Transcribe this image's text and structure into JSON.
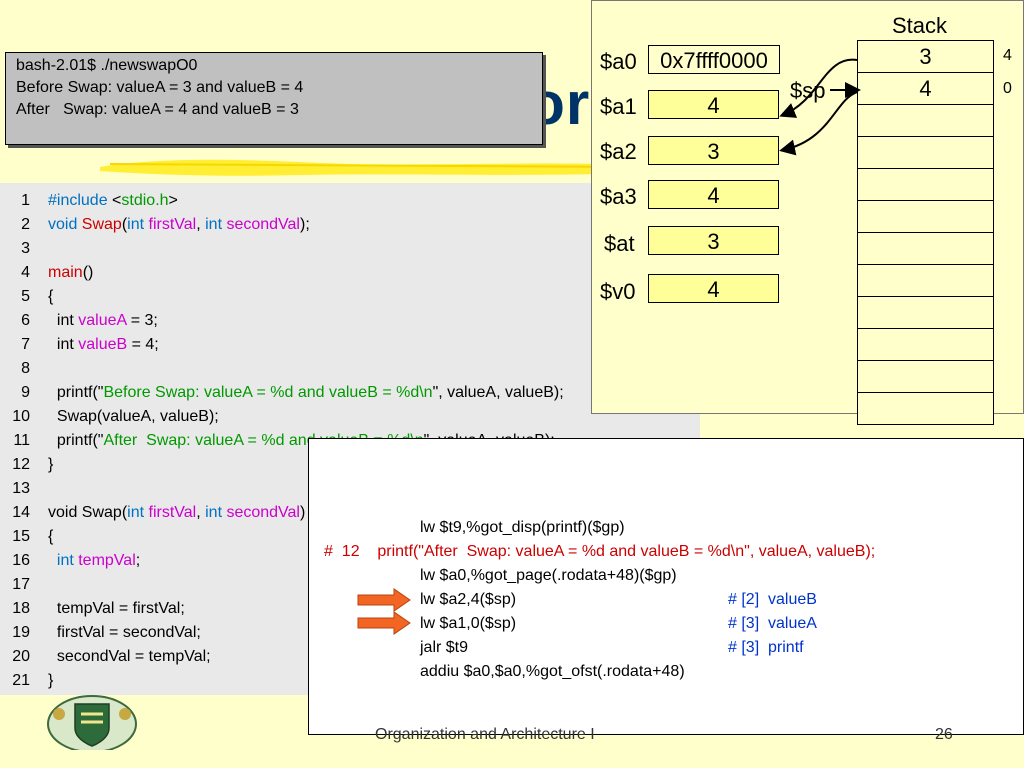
{
  "slide": {
    "title_line1": "Assembly for ",
    "title_line2": "          h",
    "footer": "Organization and Architecture I",
    "page": "26"
  },
  "terminal": {
    "lines": [
      "bash-2.01$ ./newswapO0",
      "Before Swap: valueA = 3 and valueB = 4",
      "After   Swap: valueA = 4 and valueB = 3"
    ]
  },
  "code": {
    "lines": [
      {
        "n": "1",
        "segs": [
          [
            "k",
            "#include "
          ],
          [
            "t",
            "<"
          ],
          [
            "s",
            "stdio.h"
          ],
          [
            "t",
            ">"
          ]
        ]
      },
      {
        "n": "2",
        "segs": [
          [
            "k",
            "void "
          ],
          [
            "f",
            "Swap"
          ],
          [
            "t",
            "("
          ],
          [
            "k",
            "int "
          ],
          [
            "v",
            "firstVal"
          ],
          [
            "t",
            ", "
          ],
          [
            "k",
            "int "
          ],
          [
            "v",
            "secondVal"
          ],
          [
            "t",
            ");"
          ]
        ]
      },
      {
        "n": "3",
        "segs": []
      },
      {
        "n": "4",
        "segs": [
          [
            "f",
            "main"
          ],
          [
            "t",
            "()"
          ]
        ]
      },
      {
        "n": "5",
        "segs": [
          [
            "t",
            "{"
          ]
        ]
      },
      {
        "n": "6",
        "segs": [
          [
            "t",
            "  int "
          ],
          [
            "v",
            "valueA"
          ],
          [
            "t",
            " = 3;"
          ]
        ]
      },
      {
        "n": "7",
        "segs": [
          [
            "t",
            "  int "
          ],
          [
            "v",
            "valueB"
          ],
          [
            "t",
            " = 4;"
          ]
        ]
      },
      {
        "n": "8",
        "segs": []
      },
      {
        "n": "9",
        "segs": [
          [
            "t",
            "  printf(\""
          ],
          [
            "s",
            "Before Swap: valueA = %d and valueB = %d\\n"
          ],
          [
            "t",
            "\", valueA, valueB);"
          ]
        ]
      },
      {
        "n": "10",
        "segs": [
          [
            "t",
            "  Swap(valueA, valueB);"
          ]
        ]
      },
      {
        "n": "11",
        "segs": [
          [
            "t",
            "  printf(\""
          ],
          [
            "s",
            "After  Swap: valueA = %d and valueB = %d\\n"
          ],
          [
            "t",
            "\", valueA, valueB);"
          ]
        ]
      },
      {
        "n": "12",
        "segs": [
          [
            "t",
            "}"
          ]
        ]
      },
      {
        "n": "13",
        "segs": []
      },
      {
        "n": "14",
        "segs": [
          [
            "t",
            "void Swap("
          ],
          [
            "k",
            "int "
          ],
          [
            "v",
            "firstVal"
          ],
          [
            "t",
            ", "
          ],
          [
            "k",
            "int "
          ],
          [
            "v",
            "secondVal"
          ],
          [
            "t",
            ")"
          ]
        ]
      },
      {
        "n": "15",
        "segs": [
          [
            "t",
            "{"
          ]
        ]
      },
      {
        "n": "16",
        "segs": [
          [
            "t",
            "  "
          ],
          [
            "k",
            "int "
          ],
          [
            "v",
            "tempVal"
          ],
          [
            "t",
            ";"
          ]
        ]
      },
      {
        "n": "17",
        "segs": []
      },
      {
        "n": "18",
        "segs": [
          [
            "t",
            "  tempVal = firstVal;"
          ]
        ]
      },
      {
        "n": "19",
        "segs": [
          [
            "t",
            "  firstVal = secondVal;"
          ]
        ]
      },
      {
        "n": "20",
        "segs": [
          [
            "t",
            "  secondVal = tempVal;"
          ]
        ]
      },
      {
        "n": "21",
        "segs": [
          [
            "t",
            "}"
          ]
        ]
      }
    ]
  },
  "registers": [
    {
      "name": "$a0",
      "value": "0x7ffff0000"
    },
    {
      "name": "$a1",
      "value": "4"
    },
    {
      "name": "$a2",
      "value": "3"
    },
    {
      "name": "$a3",
      "value": "4"
    },
    {
      "name": "$at",
      "value": "3"
    },
    {
      "name": "$v0",
      "value": "4"
    }
  ],
  "stack": {
    "title": "Stack",
    "sp_label": "$sp",
    "cells": [
      "3",
      "4",
      "",
      "",
      "",
      "",
      "",
      "",
      "",
      "",
      "",
      ""
    ],
    "offsets": [
      "4",
      "0"
    ]
  },
  "asm": {
    "lines": [
      {
        "c": "t",
        "text": "lw $t9,%got_disp(printf)($gp)"
      },
      {
        "c": "red",
        "text": "#  12    printf(\"After  Swap: valueA = %d and valueB = %d\\n\", valueA, valueB);"
      },
      {
        "c": "t",
        "text": "lw $a0,%got_page(.rodata+48)($gp)"
      },
      {
        "c": "t",
        "text": "lw $a2,4($sp)",
        "comment": "# [2]  valueB"
      },
      {
        "c": "t",
        "text": "lw $a1,0($sp)",
        "comment": "# [3]  valueA"
      },
      {
        "c": "t",
        "text": "jalr $t9",
        "comment": "# [3]  printf"
      },
      {
        "c": "t",
        "text": "addiu $a0,$a0,%got_ofst(.rodata+48)"
      }
    ]
  },
  "colors": {
    "background": "#ffffcc",
    "title": "#003366",
    "keyword": "#0070c0",
    "function": "#cc0000",
    "variable": "#cc00cc",
    "string": "#009900",
    "arrow": "#f26522",
    "comment": "#0033cc"
  }
}
